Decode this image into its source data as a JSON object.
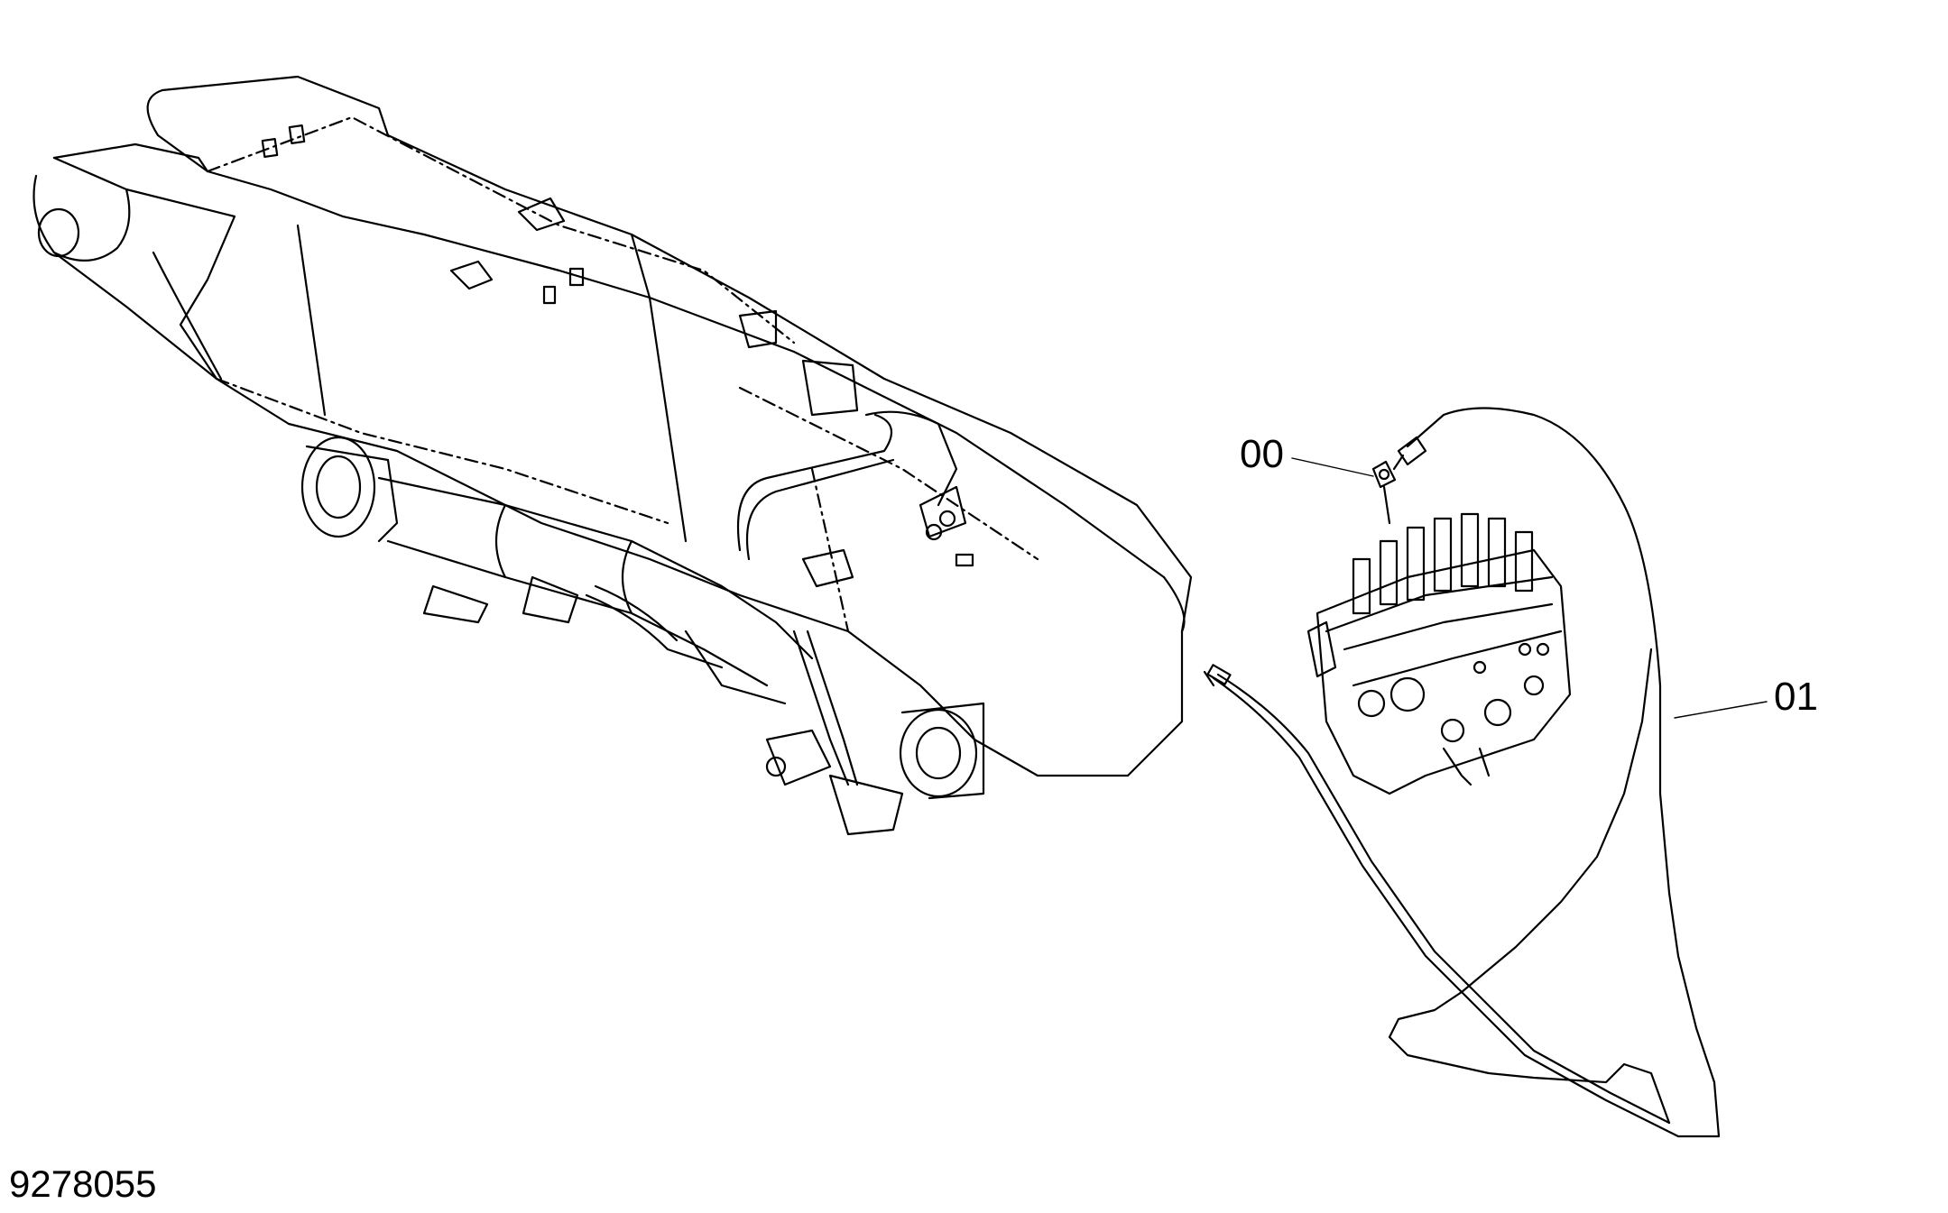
{
  "diagram": {
    "callouts": [
      {
        "id": "00",
        "text": "00"
      },
      {
        "id": "01",
        "text": "01"
      }
    ],
    "drawing_number": "9278055",
    "line_color": "#000000",
    "background": "#ffffff"
  }
}
